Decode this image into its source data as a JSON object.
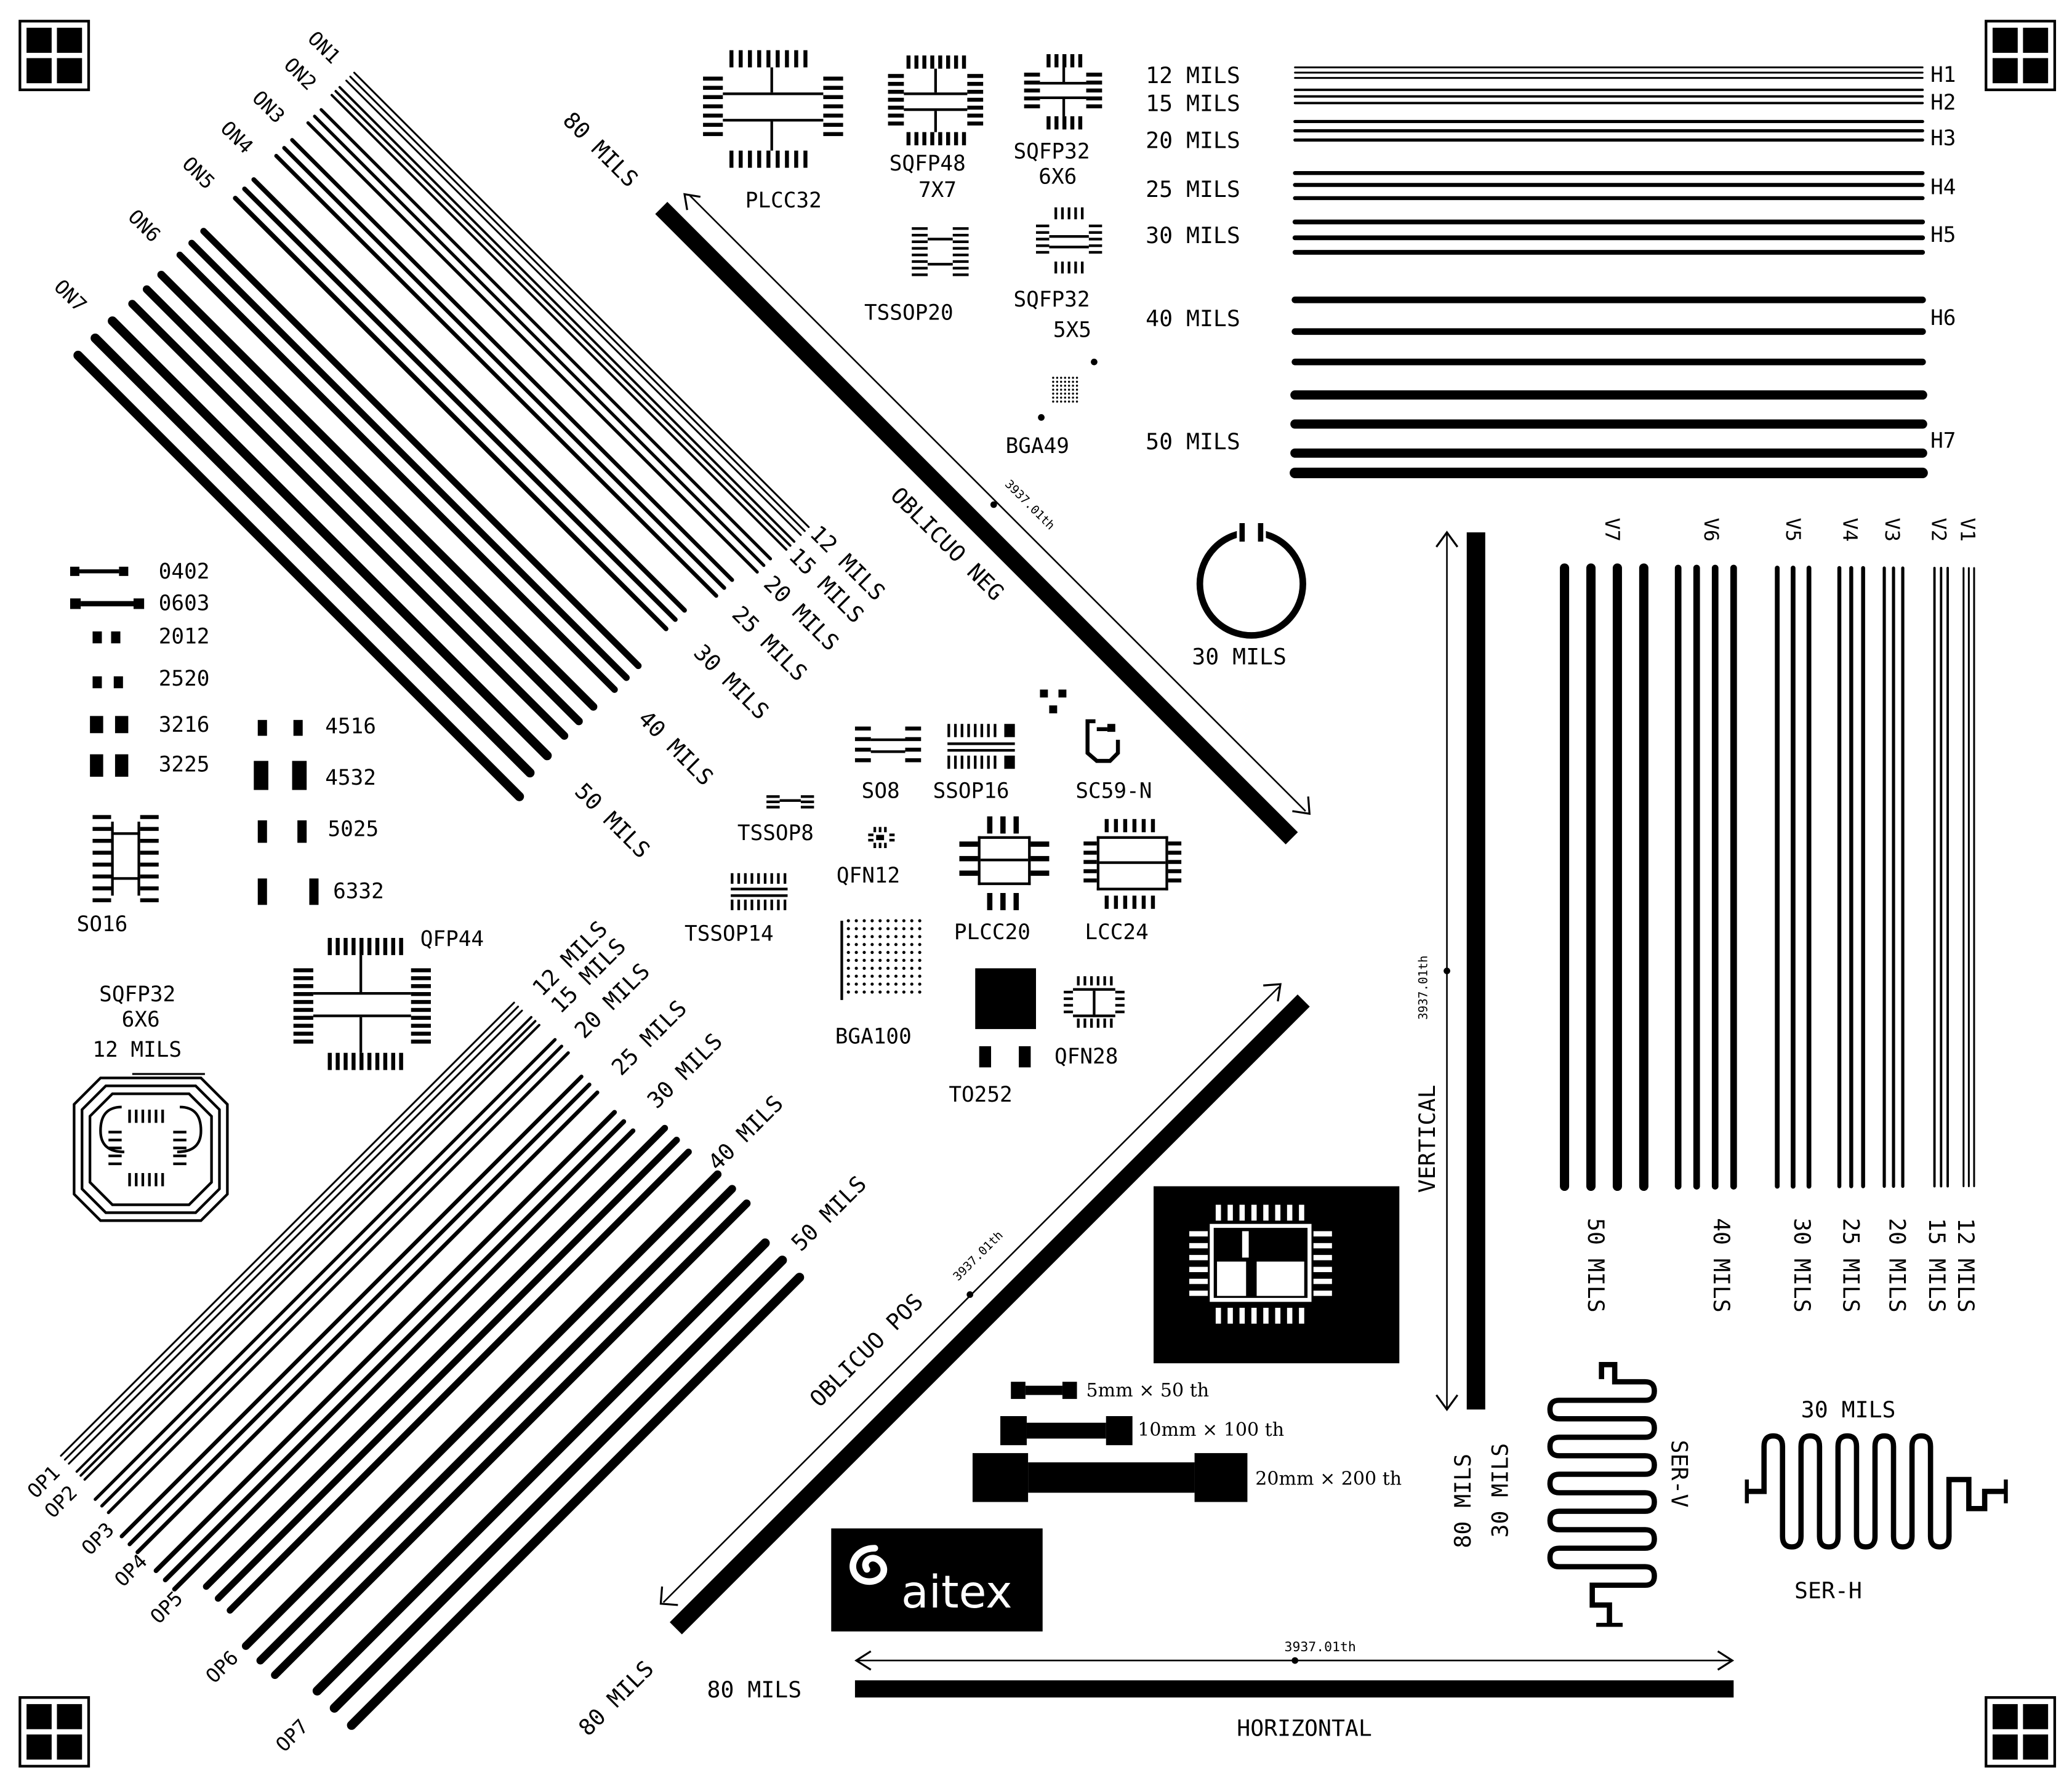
{
  "colors": {
    "ink": "#000000",
    "paper": "#ffffff"
  },
  "icons": [
    "fiducial-icon",
    "swirl-logo-icon"
  ],
  "neg_labels": [
    "ON1",
    "ON2",
    "ON3",
    "ON4",
    "ON5",
    "ON6",
    "ON7"
  ],
  "pos_labels": [
    "OP1",
    "OP2",
    "OP3",
    "OP4",
    "OP5",
    "OP6",
    "OP7"
  ],
  "h_labels": [
    "H1",
    "H2",
    "H3",
    "H4",
    "H5",
    "H6",
    "H7"
  ],
  "v_labels": [
    "V1",
    "V2",
    "V3",
    "V4",
    "V5",
    "V6",
    "V7"
  ],
  "widths": {
    "w12": "12 MILS",
    "w15": "15 MILS",
    "w20": "20 MILS",
    "w25": "25 MILS",
    "w30": "30 MILS",
    "w40": "40 MILS",
    "w50": "50 MILS",
    "w80": "80 MILS"
  },
  "dimension": "3937.01th",
  "names": {
    "oblique_neg": "OBLICUO NEG",
    "oblique_pos": "OBLICUO POS",
    "vertical": "VERTICAL",
    "horizontal": "HORIZONTAL",
    "ser_v": "SER-V",
    "ser_h": "SER-H"
  },
  "footprints": {
    "plcc32": "PLCC32",
    "sqfp48": "SQFP48",
    "sqfp48_size": "7X7",
    "sqfp32a": "SQFP32",
    "sqfp32a_size": "6X6",
    "sqfp32b": "SQFP32",
    "sqfp32b_size": "5X5",
    "tssop20": "TSSOP20",
    "bga49": "BGA49",
    "so8": "SO8",
    "ssop16": "SSOP16",
    "sc59": "SC59-N",
    "tssop8": "TSSOP8",
    "qfn12": "QFN12",
    "plcc20": "PLCC20",
    "lcc24": "LCC24",
    "tssop14": "TSSOP14",
    "bga100": "BGA100",
    "qfn28": "QFN28",
    "to252": "TO252",
    "so16": "SO16",
    "qfp44": "QFP44",
    "sqfp_side1": "SQFP32",
    "sqfp_side2": "6X6",
    "sqfp_side3": "12 MILS"
  },
  "chips": {
    "c0402": "0402",
    "c0603": "0603",
    "c2012": "2012",
    "c2520": "2520",
    "c3216": "3216",
    "c3225": "3225",
    "c4516": "4516",
    "c4532": "4532",
    "c5025": "5025",
    "c6332": "6332"
  },
  "resistors": {
    "r1": "5mm × 50 th",
    "r2": "10mm × 100 th",
    "r3": "20mm × 200 th"
  },
  "logo_text": "aitex"
}
